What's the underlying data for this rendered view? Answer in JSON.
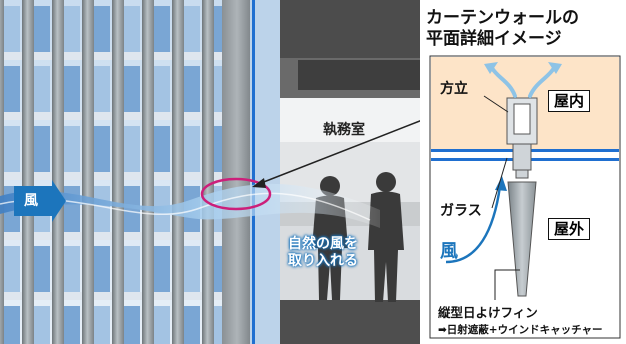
{
  "left_photo": {
    "room_label": "執務室",
    "natural_wind_line1": "自然の風を",
    "natural_wind_line2": "取り入れる",
    "wind_label": "風"
  },
  "detail": {
    "title_line1": "カーテンウォールの",
    "title_line2": "平面詳細イメージ",
    "mullion_label": "方立",
    "indoor_label": "屋内",
    "outdoor_label": "屋外",
    "glass_label": "ガラス",
    "wind_label": "風",
    "fin_label": "縦型日よけフィン",
    "fin_sub_label": "➡日射遮蔽+ウインドキャッチャー"
  },
  "colors": {
    "wind_blue": "#1c75bc",
    "indoor_fill": "#fde4c8",
    "highlight_ring": "#cc1f7a",
    "glass_blue": "#1f6fd0"
  }
}
